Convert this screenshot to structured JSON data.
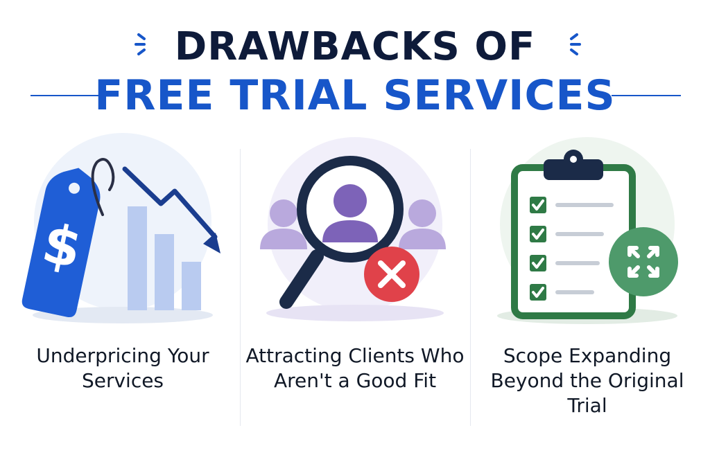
{
  "header": {
    "title_line1": "DRAWBACKS OF",
    "title_line2": "FREE TRIAL SERVICES"
  },
  "panels": [
    {
      "caption": "Underpricing Your Services",
      "icon": "price-tag-dollar-icon",
      "secondary_icon": "declining-bar-chart-icon"
    },
    {
      "caption": "Attracting Clients Who Aren't a Good Fit",
      "icon": "magnifier-person-icon",
      "secondary_icon": "red-x-icon"
    },
    {
      "caption": "Scope Expanding Beyond the Original Trial",
      "icon": "checklist-clipboard-icon",
      "secondary_icon": "expand-arrows-icon"
    }
  ],
  "colors": {
    "title_dark": "#0e1b3a",
    "title_blue": "#1756c9",
    "tag_blue": "#1f5ed6",
    "purple": "#7d63b8",
    "red": "#e0424a",
    "green": "#2f7a46",
    "teal_green": "#4e9a6b"
  }
}
